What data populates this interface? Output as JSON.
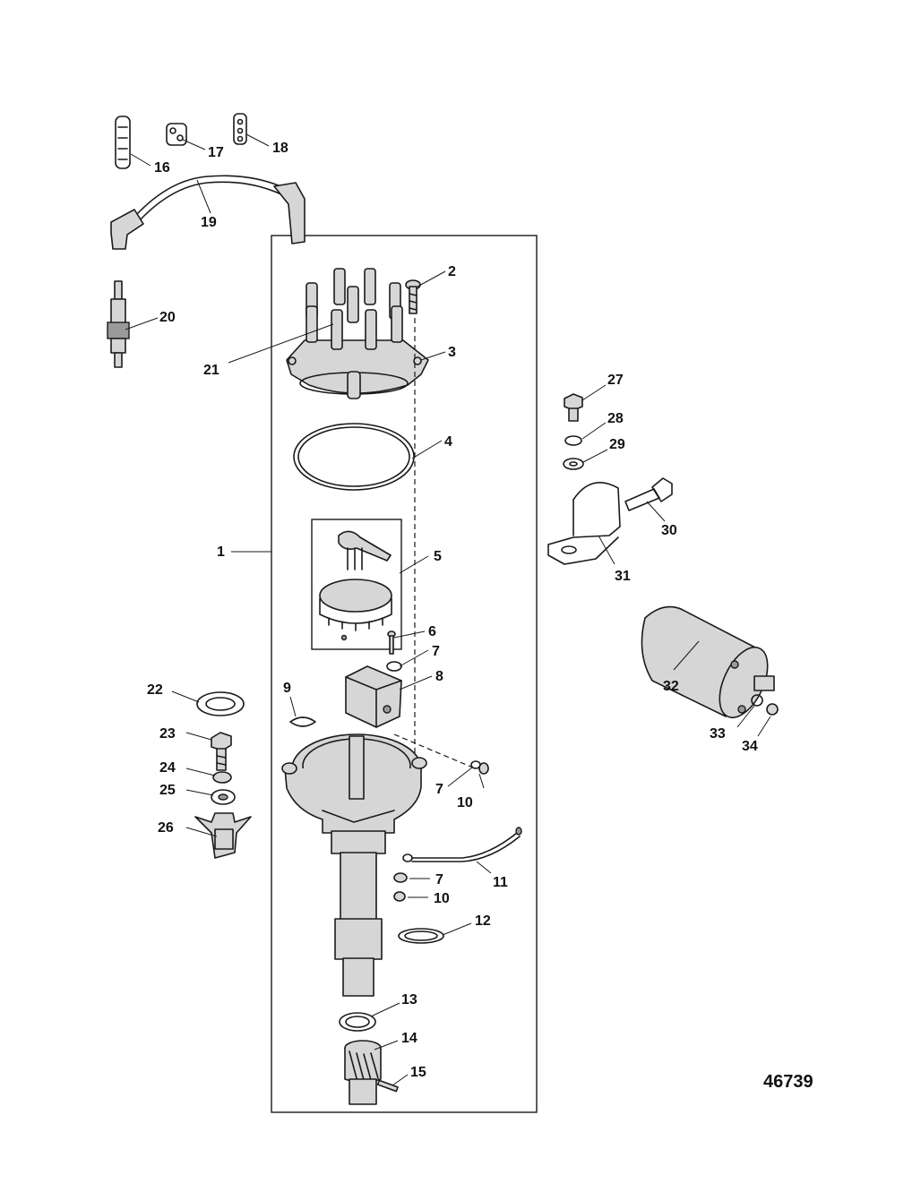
{
  "diagram": {
    "reference_number": "46739",
    "callouts": [
      "1",
      "2",
      "3",
      "4",
      "5",
      "6",
      "7",
      "8",
      "9",
      "7",
      "10",
      "7",
      "10",
      "11",
      "12",
      "13",
      "14",
      "15",
      "16",
      "17",
      "18",
      "19",
      "20",
      "21",
      "22",
      "23",
      "24",
      "25",
      "26",
      "27",
      "28",
      "29",
      "30",
      "31",
      "32",
      "33",
      "34"
    ]
  },
  "colors": {
    "line": "#1a1a1a",
    "part_fill": "#d6d6d6",
    "background": "#ffffff"
  }
}
